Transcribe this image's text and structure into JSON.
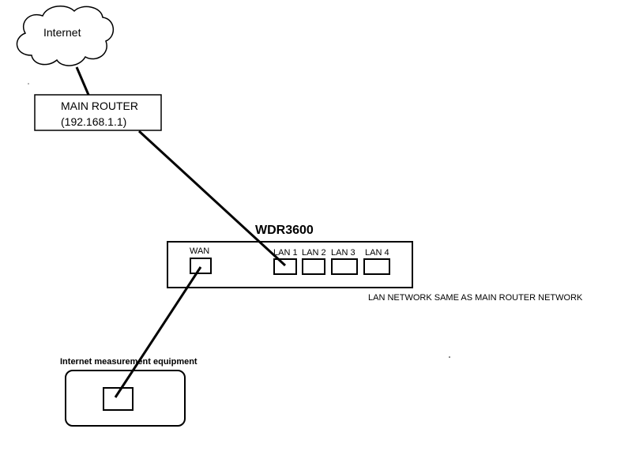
{
  "cloud": {
    "label": "Internet"
  },
  "main_router": {
    "title": "MAIN ROUTER",
    "ip": "(192.168.1.1)"
  },
  "wdr": {
    "title": "WDR3600",
    "ports": {
      "wan": "WAN",
      "lan1": "LAN 1",
      "lan2": "LAN 2",
      "lan3": "LAN 3",
      "lan4": "LAN 4"
    }
  },
  "note": "LAN NETWORK SAME AS MAIN ROUTER NETWORK",
  "equipment": {
    "title": "Internet measurement equipment"
  },
  "colors": {
    "stroke": "#000000",
    "background": "#ffffff"
  }
}
